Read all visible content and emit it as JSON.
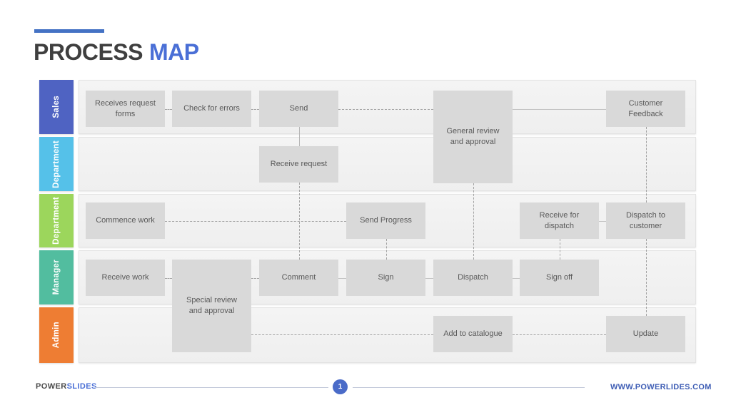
{
  "title": {
    "part1": "PROCESS",
    "part2": "MAP"
  },
  "colors": {
    "accent_bar": "#4472C4",
    "title_text": "#3F3F3F",
    "title_accent": "#4A6FD6",
    "box_fill": "#D9D9D9",
    "box_text": "#595959",
    "connector": "#A3A3A3",
    "footer_blue": "#3F5EB5",
    "page_badge": "#4A6BC8"
  },
  "lanes": [
    {
      "label": "Sales",
      "color": "#4F63C2"
    },
    {
      "label": "Department",
      "color": "#55C1E9"
    },
    {
      "label": "Department",
      "color": "#9CD65C"
    },
    {
      "label": "Manager",
      "color": "#52BD9F"
    },
    {
      "label": "Admin",
      "color": "#EE7D33"
    }
  ],
  "nodes": [
    {
      "id": "receives-request-forms",
      "label": "Receives request forms",
      "col": 0,
      "row": 0,
      "tall": false
    },
    {
      "id": "check-for-errors",
      "label": "Check for errors",
      "col": 1,
      "row": 0,
      "tall": false
    },
    {
      "id": "send",
      "label": "Send",
      "col": 2,
      "row": 0,
      "tall": false
    },
    {
      "id": "general-review-and-approval",
      "label": "General review and approval",
      "col": 4,
      "row": 0,
      "tall": true
    },
    {
      "id": "customer-feedback",
      "label": "Customer Feedback",
      "col": 6,
      "row": 0,
      "tall": false
    },
    {
      "id": "receive-request",
      "label": "Receive request",
      "col": 2,
      "row": 1,
      "tall": false
    },
    {
      "id": "commence-work",
      "label": "Commence work",
      "col": 0,
      "row": 2,
      "tall": false
    },
    {
      "id": "send-progress",
      "label": "Send Progress",
      "col": 3,
      "row": 2,
      "tall": false
    },
    {
      "id": "receive-for-dispatch",
      "label": "Receive for dispatch",
      "col": 5,
      "row": 2,
      "tall": false
    },
    {
      "id": "dispatch-to-customer",
      "label": "Dispatch to customer",
      "col": 6,
      "row": 2,
      "tall": false
    },
    {
      "id": "receive-work",
      "label": "Receive work",
      "col": 0,
      "row": 3,
      "tall": false
    },
    {
      "id": "special-review-and-approval",
      "label": "Special review and approval",
      "col": 1,
      "row": 3,
      "tall": true
    },
    {
      "id": "comment",
      "label": "Comment",
      "col": 2,
      "row": 3,
      "tall": false
    },
    {
      "id": "sign",
      "label": "Sign",
      "col": 3,
      "row": 3,
      "tall": false
    },
    {
      "id": "dispatch",
      "label": "Dispatch",
      "col": 4,
      "row": 3,
      "tall": false
    },
    {
      "id": "sign-off",
      "label": "Sign off",
      "col": 5,
      "row": 3,
      "tall": false
    },
    {
      "id": "add-to-catalogue",
      "label": "Add to catalogue",
      "col": 4,
      "row": 4,
      "tall": false
    },
    {
      "id": "update",
      "label": "Update",
      "col": 6,
      "row": 4,
      "tall": false
    }
  ],
  "connectors": [
    {
      "from": "receives-request-forms",
      "to": "check-for-errors",
      "orient": "h",
      "style": "dashed"
    },
    {
      "from": "check-for-errors",
      "to": "send",
      "orient": "h",
      "style": "dashed"
    },
    {
      "from": "send",
      "to": "general-review-and-approval",
      "orient": "h",
      "style": "dashed"
    },
    {
      "from": "general-review-and-approval",
      "to": "customer-feedback",
      "orient": "h",
      "style": "solid"
    },
    {
      "from": "send",
      "to": "receive-request",
      "orient": "v",
      "style": "solid"
    },
    {
      "from": "receive-request",
      "to": "comment",
      "orient": "v",
      "style": "dashed"
    },
    {
      "from": "general-review-and-approval",
      "to": "dispatch",
      "orient": "v",
      "style": "dashed"
    },
    {
      "from": "customer-feedback",
      "to": "dispatch-to-customer",
      "orient": "v",
      "style": "dashed"
    },
    {
      "from": "commence-work",
      "to": "send-progress",
      "orient": "h",
      "style": "dashed"
    },
    {
      "from": "send-progress",
      "to": "sign",
      "orient": "v",
      "style": "dashed"
    },
    {
      "from": "receive-for-dispatch",
      "to": "dispatch-to-customer",
      "orient": "h",
      "style": "solid"
    },
    {
      "from": "receive-for-dispatch",
      "to": "sign-off",
      "orient": "v",
      "style": "dashed"
    },
    {
      "from": "dispatch-to-customer",
      "to": "update",
      "orient": "v",
      "style": "dashed"
    },
    {
      "from": "receive-work",
      "to": "special-review-and-approval",
      "orient": "h",
      "style": "dashed"
    },
    {
      "from": "special-review-and-approval",
      "to": "comment",
      "orient": "h",
      "style": "dashed"
    },
    {
      "from": "comment",
      "to": "sign",
      "orient": "h",
      "style": "solid"
    },
    {
      "from": "sign",
      "to": "dispatch",
      "orient": "h",
      "style": "solid"
    },
    {
      "from": "dispatch",
      "to": "sign-off",
      "orient": "h",
      "style": "solid"
    },
    {
      "from": "special-review-and-approval",
      "to": "add-to-catalogue",
      "orient": "h",
      "style": "dashed"
    },
    {
      "from": "add-to-catalogue",
      "to": "update",
      "orient": "h",
      "style": "dashed"
    }
  ],
  "footer": {
    "brand_part1": "POWER",
    "brand_part2": "SLIDES",
    "page_number": "1",
    "website": "WWW.POWERLIDES.COM"
  }
}
